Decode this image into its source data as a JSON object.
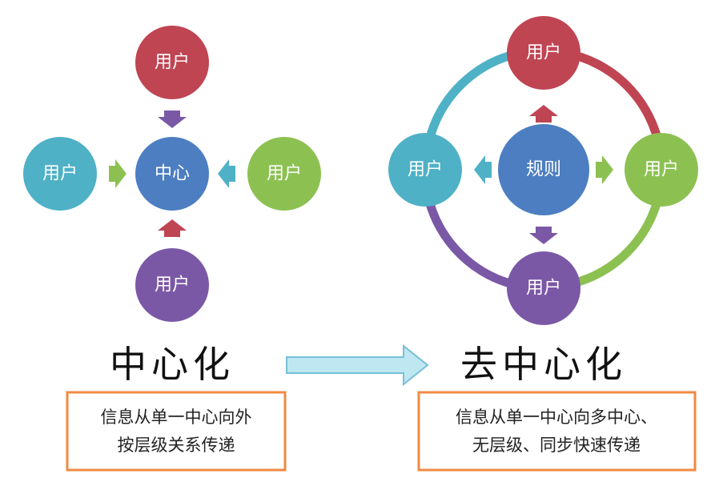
{
  "colors": {
    "red": "#bf4553",
    "teal": "#4fb1c6",
    "blue": "#4c7ec1",
    "green": "#8cc152",
    "purple": "#7b58a6",
    "box_border": "#ef8a42",
    "arrow_fill": "#bfe7f2",
    "arrow_stroke": "#78bfd6"
  },
  "left": {
    "center_label": "中心",
    "top_label": "用户",
    "left_label": "用户",
    "right_label": "用户",
    "bottom_label": "用户",
    "title": "中心化",
    "desc_line1": "信息从单一中心向外",
    "desc_line2": "按层级关系传递"
  },
  "right": {
    "center_label": "规则",
    "top_label": "用户",
    "left_label": "用户",
    "right_label": "用户",
    "bottom_label": "用户",
    "title": "去中心化",
    "desc_line1": "信息从单一中心向多中心、",
    "desc_line2": "无层级、同步快速传递"
  }
}
